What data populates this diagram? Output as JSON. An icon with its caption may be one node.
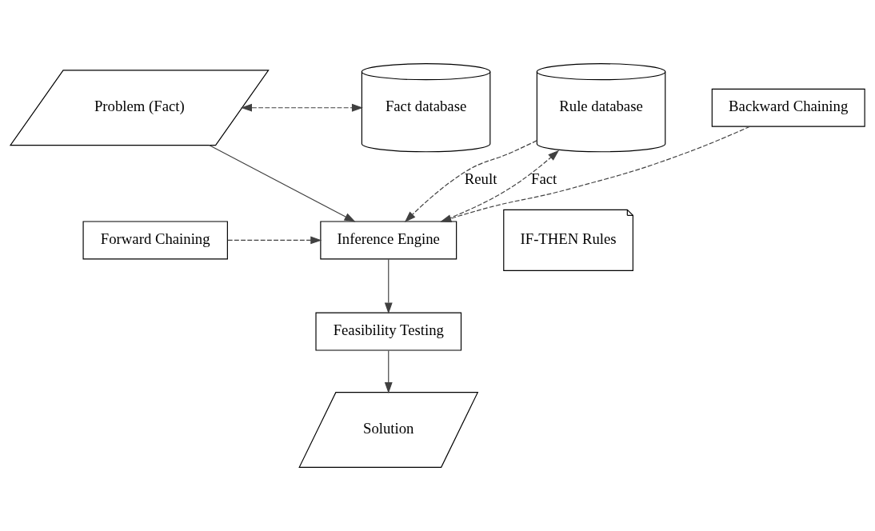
{
  "diagram": {
    "nodes": [
      {
        "text": [
          "Problem (Fact)"
        ]
      },
      {
        "text": [
          "Fact database"
        ]
      },
      {
        "text": [
          "Forward Chaining"
        ]
      },
      {
        "text": [
          "Inference Engine"
        ]
      },
      {
        "text": [
          "Backward Chaining"
        ]
      },
      {
        "text": [
          "IF-THEN Rules"
        ]
      },
      {
        "text": [
          "Rule database"
        ]
      },
      {
        "text": [
          "Feasibility Testing"
        ]
      },
      {
        "text": [
          "Solution"
        ]
      }
    ],
    "edges": [
      {
        "from": 0,
        "to": 1,
        "arrow": "both",
        "style": "dashed"
      },
      {
        "from": 0,
        "to": 3,
        "arrow": "to"
      },
      {
        "from": 2,
        "to": 3,
        "arrow": "to",
        "style": "dashed"
      },
      {
        "from": 4,
        "to": 3,
        "arrow": "to",
        "style": "dashed"
      },
      {
        "from": 3,
        "to": 6,
        "arrow": "to",
        "style": "dashed",
        "label": "Fact"
      },
      {
        "from": 6,
        "to": 3,
        "arrow": "to",
        "style": "dashed",
        "label": "Reult"
      },
      {
        "from": 3,
        "to": 7,
        "arrow": "to"
      },
      {
        "from": 7,
        "to": 8,
        "arrow": "to"
      }
    ]
  }
}
